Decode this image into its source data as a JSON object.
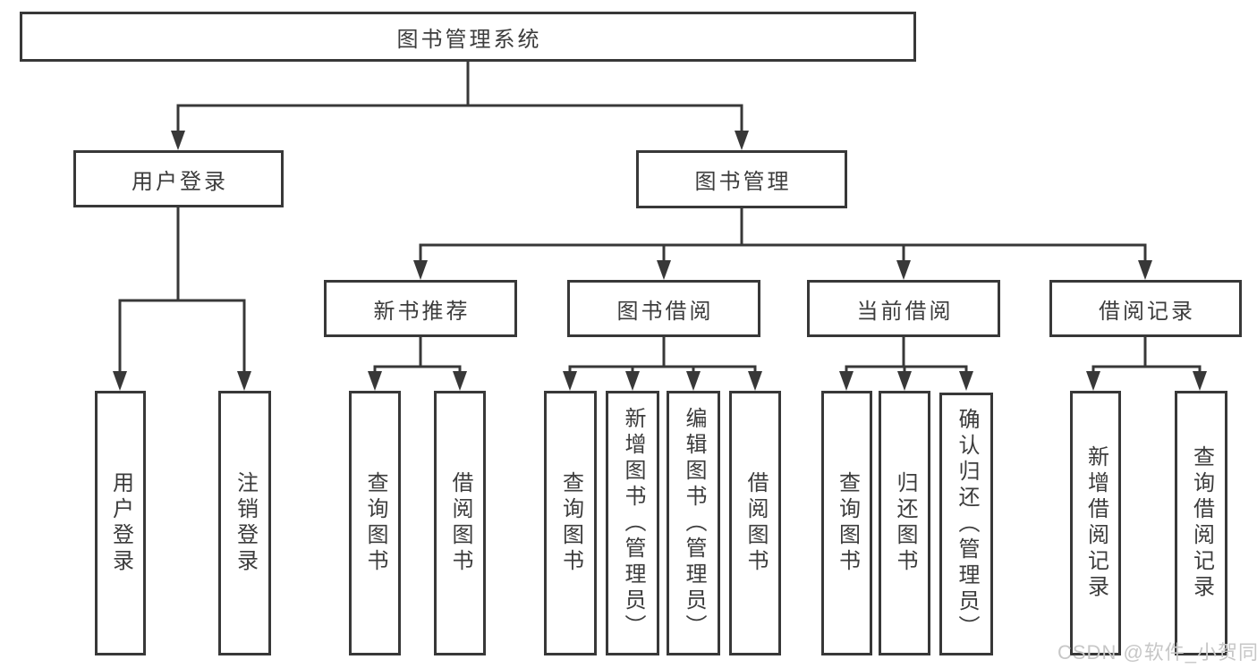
{
  "colors": {
    "line": "#383838",
    "text": "#3c3c3c",
    "watermark": "#c7c7c7",
    "background": "#ffffff"
  },
  "watermark": "CSDN @软件_小贺同学",
  "tree": {
    "label": "图书管理系统",
    "children": [
      {
        "label": "用户登录",
        "children": [
          {
            "label": "用户登录"
          },
          {
            "label": "注销登录"
          }
        ]
      },
      {
        "label": "图书管理",
        "children": [
          {
            "label": "新书推荐",
            "children": [
              {
                "label": "查询图书"
              },
              {
                "label": "借阅图书"
              }
            ]
          },
          {
            "label": "图书借阅",
            "children": [
              {
                "label": "查询图书"
              },
              {
                "label": "新增图书（管理员）"
              },
              {
                "label": "编辑图书（管理员）"
              },
              {
                "label": "借阅图书"
              }
            ]
          },
          {
            "label": "当前借阅",
            "children": [
              {
                "label": "查询图书"
              },
              {
                "label": "归还图书"
              },
              {
                "label": "确认归还（管理员）"
              }
            ]
          },
          {
            "label": "借阅记录",
            "children": [
              {
                "label": "新增借阅记录"
              },
              {
                "label": "查询借阅记录"
              }
            ]
          }
        ]
      }
    ]
  }
}
